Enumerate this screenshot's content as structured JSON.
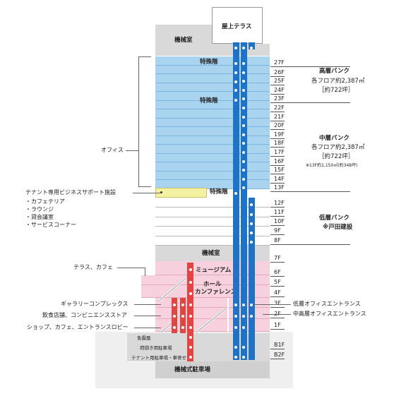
{
  "tower": {
    "rooftop_label": "屋上テラス",
    "machine_room_top": "機械室",
    "machine_room_mid": "機械室",
    "special_floor_upper": "特殊階",
    "special_floor_mid": "特殊階",
    "special_floor_low": "特殊階",
    "museum": "ミュージアム",
    "hall_line1": "ホール",
    "hall_line2": "カンファレンス",
    "bicycle": "免震層",
    "parking_loading": "荷捌き用駐車場",
    "parking_tenant": "テナント用駐車場・車寄せ",
    "parking_mech": "機械式駐車場"
  },
  "floors": [
    "27F",
    "26F",
    "25F",
    "24F",
    "23F",
    "22F",
    "21F",
    "20F",
    "19F",
    "18F",
    "17F",
    "16F",
    "15F",
    "14F",
    "13F",
    "12F",
    "11F",
    "10F",
    "9F",
    "8F",
    "7F",
    "6F",
    "5F",
    "4F",
    "3F",
    "2F",
    "1F",
    "B1F",
    "B2F"
  ],
  "left_labels": {
    "office": "オフィス",
    "support_title": "テナント専用ビジネスサポート施設",
    "support_items": [
      "・カフェテリア",
      "・ラウンジ",
      "・貸会議室",
      "・サービスコーナー"
    ],
    "terrace_cafe": "テラス、カフェ",
    "gallery": "ギャラリーコンプレックス",
    "restaurant": "飲食店舗、コンビニエンスストア",
    "shop": "ショップ、カフェ、エントランスロビー"
  },
  "banks": {
    "high_title": "高層バンク",
    "high_area": "各フロア約2,387㎡",
    "high_tsubo": "［約722坪］",
    "mid_title": "中層バンク",
    "mid_area": "各フロア約2,387㎡",
    "mid_tsubo": "［約722坪］",
    "mid_note": "※13F約1,150㎡(約348坪)",
    "low_title": "低層バンク",
    "low_note": "※戸田建設"
  },
  "entrances": {
    "low": "低層オフィスエントランス",
    "midhigh": "中高層オフィスエントランス"
  },
  "colors": {
    "office_blue": "#a9d4f0",
    "elevator_blue": "#1f73c6",
    "escalator_red": "#e0453f",
    "commercial_pink": "#f7d1dd",
    "support_yellow": "#f5f1a3",
    "machine_gray": "#d9d9d9"
  }
}
